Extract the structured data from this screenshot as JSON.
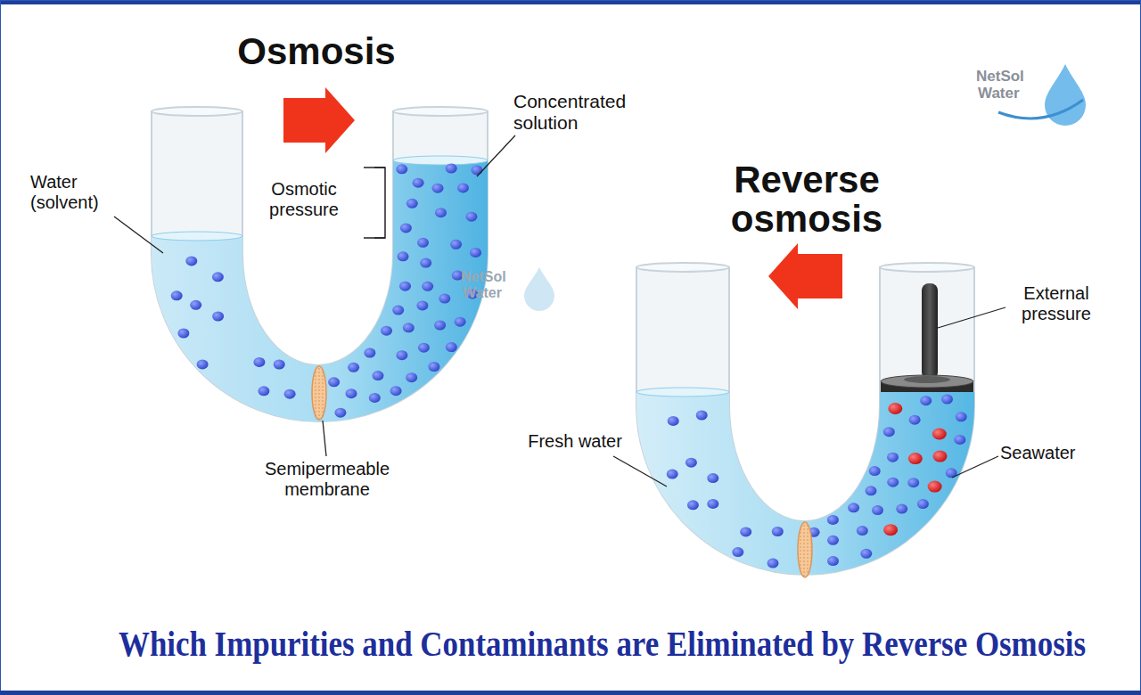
{
  "diagram": {
    "caption": "Which Impurities and Contaminants are Eliminated by Reverse Osmosis",
    "labels": [
      "Osmosis",
      "Reverse osmosis",
      "Water (solvent)",
      "Concentrated solution",
      "Osmotic pressure",
      "Semipermeable membrane",
      "External pressure",
      "Fresh water",
      "Seawater",
      "NetSol",
      "Water",
      "NetSol",
      "Water"
    ]
  }
}
